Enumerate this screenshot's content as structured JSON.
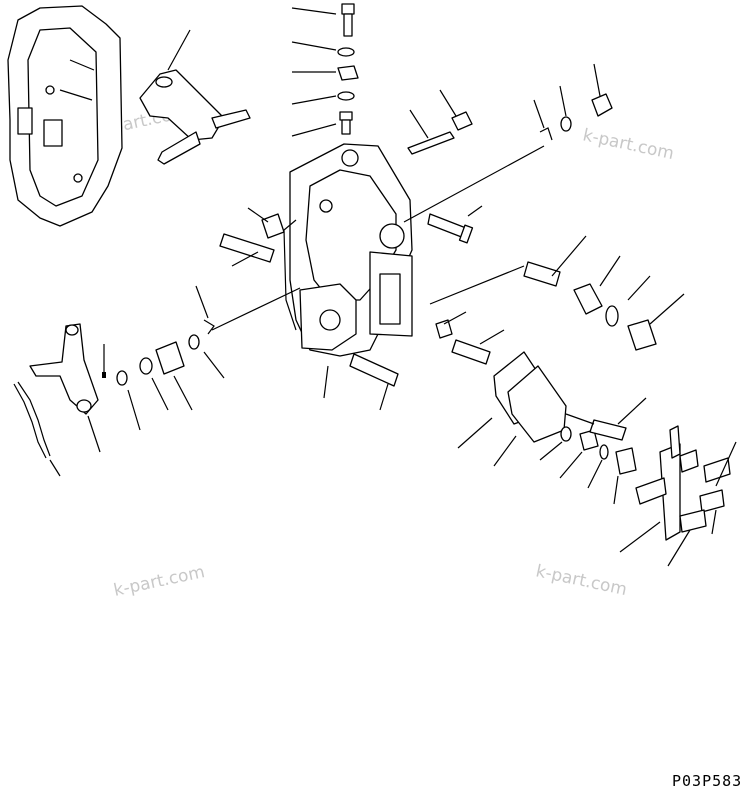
{
  "drawing": {
    "code": "P03P583",
    "watermarks": [
      "k-part.com",
      "k-part.com",
      "k-part.com",
      "k-part.com"
    ]
  }
}
